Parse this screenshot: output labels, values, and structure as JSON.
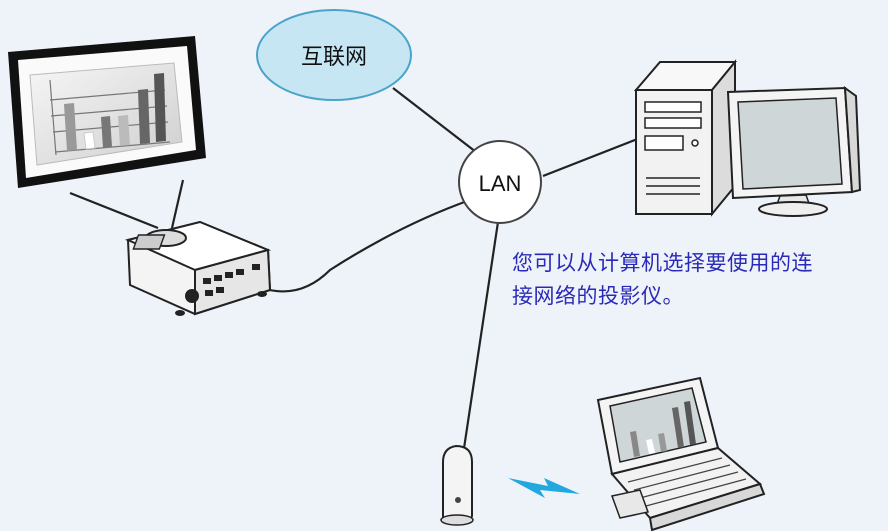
{
  "diagram": {
    "internet_label": "互联网",
    "lan_label": "LAN",
    "caption_lines": [
      "您可以从计算机选择要使用的连",
      "接网络的投影仪。"
    ],
    "colors": {
      "background": "#eef3fa",
      "cloud_fill": "#c6e6f4",
      "cloud_stroke": "#4aa3c8",
      "caption_text": "#2a2ab8",
      "wireless_signal": "#22a7e0"
    }
  }
}
